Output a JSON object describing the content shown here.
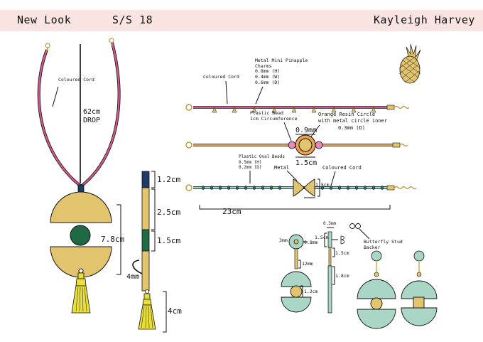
{
  "header": {
    "brand": "New Look",
    "season": "S/S 18",
    "designer": "Kayleigh Harvey"
  },
  "colors": {
    "header_bg": "#f9e4e1",
    "gold": "#e2c46e",
    "green": "#1f6a45",
    "navy": "#1f3a66",
    "pink_cord": "#d25a8b",
    "orange": "#f0a04a",
    "mint": "#a9d6c5",
    "yellow_tassel": "#e9df3a"
  },
  "necklace": {
    "cord_label": "Coloured Cord",
    "drop_length": "62cm",
    "drop_word": "DROP",
    "pendant_height": "7.8cm",
    "loop_size": "4mm",
    "segments": [
      "1.2cm",
      "2.5cm",
      "1.5cm"
    ],
    "tassel_length": "4cm"
  },
  "bracelets": {
    "cord_label_top": "Coloured Cord",
    "charms_label": "Metal Mini Pinapple Charms",
    "charms_dims": [
      "0.8mm (H)",
      "0.4mm (W)",
      "0.6mm (D)"
    ],
    "bead_label": "Plastic Bead",
    "bead_dims": "1cm Circumference",
    "resin_label": "Orange Resin Circle with metal circle inner",
    "resin_depth": "0.3mm (D)",
    "inner_size": "0.9mm",
    "circle_size": "1.5cm",
    "oval_label": "Plastic Oval Beads",
    "oval_dims": [
      "0.5mm (H)",
      "0.2mm (D)"
    ],
    "metal_label": "Metal",
    "cord_label_bottom": "Coloured Cord",
    "metal_size": "1.5cm",
    "length": "23cm"
  },
  "earrings": {
    "stud_size": "3mm",
    "stud_inner": "0.8mm",
    "post_depth": "0.3mm",
    "side_width": "1.5cm",
    "side_gap": "1.5cm",
    "link_length": "12mm",
    "side_drop": "1.8cm",
    "circle_size": "1.2cm",
    "backer_label": "Butterfly Stud Backer"
  }
}
